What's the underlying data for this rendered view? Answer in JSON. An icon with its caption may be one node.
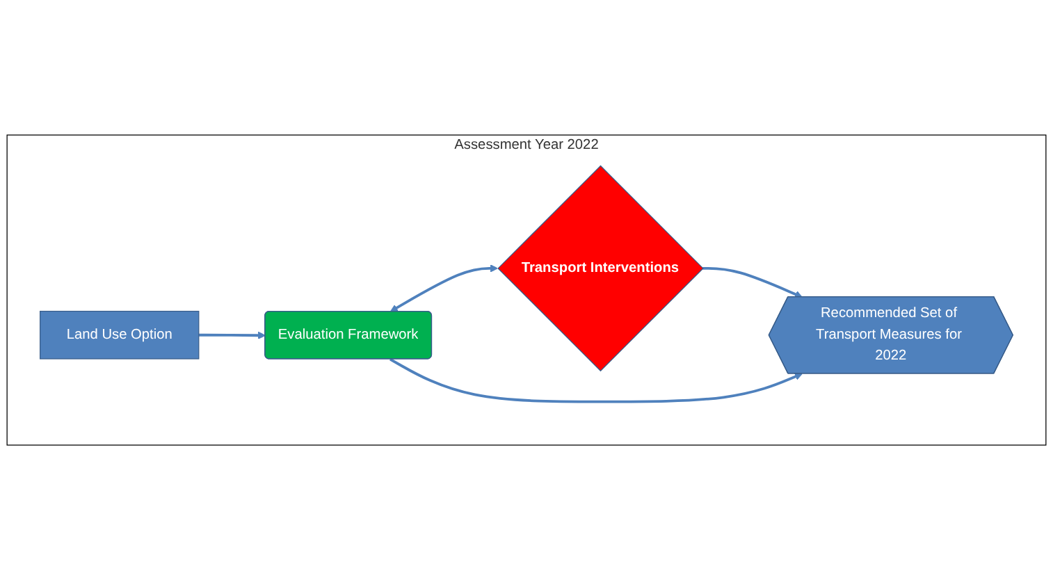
{
  "diagram": {
    "nodes": [
      {
        "text": [
          "Assessment Year 2022"
        ]
      },
      {
        "text": [
          "Transport Interventions"
        ],
        "in": 0
      },
      {
        "text": [
          "Land Use Option"
        ],
        "in": 0
      },
      {
        "text": [
          "Evaluation Framework"
        ],
        "in": 0
      },
      {
        "text": [
          "Recommended Set of Transport Measures for 2022"
        ],
        "in": 0
      }
    ],
    "edges": [
      {
        "from": 1,
        "to": 4,
        "arrow": "to"
      },
      {
        "from": 3,
        "to": 1,
        "arrow": "both"
      },
      {
        "from": 2,
        "to": 3,
        "arrow": "to"
      },
      {
        "from": 3,
        "to": 4,
        "arrow": "to"
      }
    ]
  }
}
